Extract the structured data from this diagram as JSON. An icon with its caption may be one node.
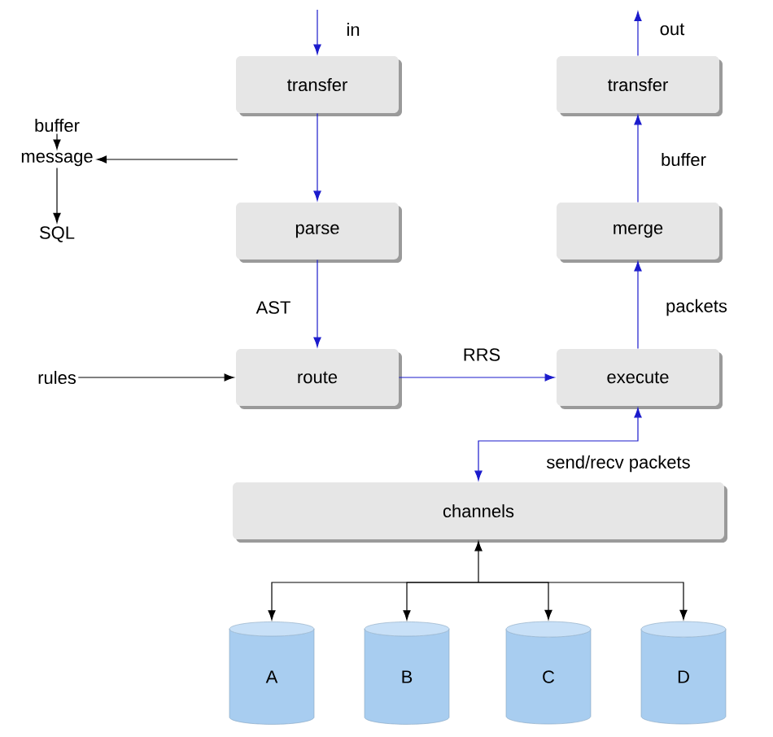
{
  "diagram": {
    "nodes": [
      {
        "text": [
          "transfer"
        ]
      },
      {
        "text": [
          "parse"
        ]
      },
      {
        "text": [
          "route"
        ]
      },
      {
        "text": [
          "transfer"
        ]
      },
      {
        "text": [
          "merge"
        ]
      },
      {
        "text": [
          "execute"
        ]
      },
      {
        "text": [
          "channels"
        ]
      },
      {
        "text": [
          "A"
        ]
      },
      {
        "text": [
          "B"
        ]
      },
      {
        "text": [
          "C"
        ]
      },
      {
        "text": [
          "D"
        ]
      },
      {
        "text": [
          "buffer"
        ]
      },
      {
        "text": [
          "message"
        ]
      },
      {
        "text": [
          "SQL"
        ]
      },
      {
        "text": [
          "rules"
        ]
      }
    ],
    "edges": [
      {
        "from": null,
        "to": 0,
        "arrow": "to",
        "label": "in"
      },
      {
        "from": 0,
        "to": 1,
        "arrow": "to"
      },
      {
        "from": 1,
        "to": 2,
        "arrow": "to",
        "label": "AST"
      },
      {
        "from": 14,
        "to": 2,
        "arrow": "to",
        "color": "#000000"
      },
      {
        "from": 2,
        "to": 5,
        "arrow": "to",
        "label": "RRS"
      },
      {
        "from": 5,
        "to": 4,
        "arrow": "to",
        "label": "packets"
      },
      {
        "from": 4,
        "to": 3,
        "arrow": "to",
        "label": "buffer"
      },
      {
        "from": 3,
        "to": null,
        "arrow": "to",
        "label": "out"
      },
      {
        "from": 11,
        "to": 12,
        "arrow": "to",
        "color": "#000000"
      },
      {
        "from": 12,
        "to": 13,
        "arrow": "to",
        "color": "#000000"
      },
      {
        "from": null,
        "to": 12,
        "arrow": "to",
        "color": "#000000"
      },
      {
        "from": 5,
        "to": 6,
        "arrow": "both",
        "label": "send/recv packets"
      },
      {
        "from": 6,
        "to": 7,
        "arrow": "both",
        "color": "#000000"
      },
      {
        "from": 6,
        "to": 8,
        "arrow": "both",
        "color": "#000000"
      },
      {
        "from": 6,
        "to": 9,
        "arrow": "both",
        "color": "#000000"
      },
      {
        "from": 6,
        "to": 10,
        "arrow": "both",
        "color": "#000000"
      }
    ]
  }
}
